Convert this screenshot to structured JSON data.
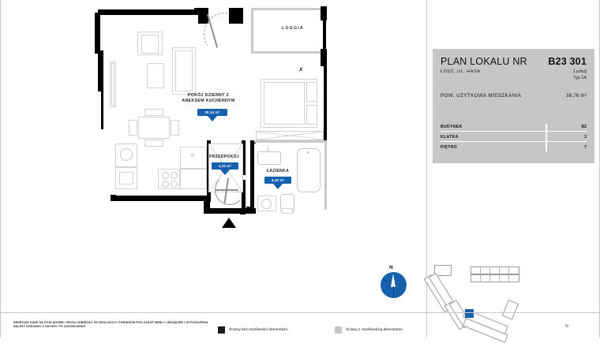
{
  "document": {
    "type": "apartment-floor-plan"
  },
  "info_panel": {
    "title": "PLAN LOKALU NR",
    "unit_number": "B23 301",
    "address": "ŁÓDŹ, UL. HASA",
    "rooms_count": "1 pokój",
    "type": "Typ 1A",
    "area_label": "POW. UŻYTKOWA MIESZKANIA",
    "area_value": "38,76 m²",
    "table": [
      {
        "key": "BUDYNEK",
        "value": "B2"
      },
      {
        "key": "KLATKA",
        "value": "3"
      },
      {
        "key": "PIĘTRO",
        "value": "7"
      }
    ]
  },
  "plan": {
    "rooms": [
      {
        "name": "POKÓJ DZIENNY Z\nANEKSEM KUCHENNYM",
        "area": "30,14 m²"
      },
      {
        "name": "PRZEDPOKÓJ",
        "area": "4,20 m²"
      },
      {
        "name": "ŁAZIENKA",
        "area": "4,42 m²"
      }
    ],
    "loggia_label": "LOGGIA",
    "x_marker": "X"
  },
  "compass": {
    "north_label": "N"
  },
  "keyplan": {
    "north_label": "N"
  },
  "footer": {
    "disclaimer": "NINIEJSZE DANE SĄ POGLĄDOWE I MOGĄ ODBIEGAĆ OD REALIZACJI. POMIARÓW POD ZAKUP MEBLI I URZĄDZEŃ I WYPOSAŻENIA NALEŻY DOKONAĆ Z NATURY, PO ZAKOŃCZENIU",
    "legend": [
      {
        "label": "Ściany bez możliwości demontażu",
        "color": "#1a1a1a"
      },
      {
        "label": "Ściany z możliwością demontażu",
        "color": "#c6c6c6"
      }
    ]
  },
  "colors": {
    "accent": "#1660ad",
    "panel_bg": "#c6c6c6",
    "wall_solid": "#1a1a1a",
    "wall_removable": "#c6c6c6"
  }
}
